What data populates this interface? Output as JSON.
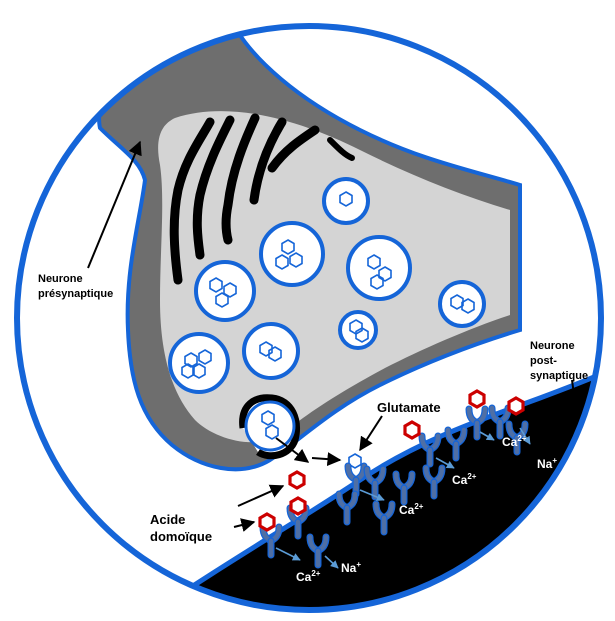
{
  "labels": {
    "presynaptic": [
      "Neurone",
      "présynaptique"
    ],
    "postsynaptic": [
      "Neurone",
      "post-",
      "synaptique"
    ],
    "glutamate": "Glutamate",
    "domoic_acid": [
      "Acide",
      "domoïque"
    ]
  },
  "ions": {
    "calcium": "Ca",
    "calcium_charge": "2+",
    "sodium": "Na",
    "sodium_charge": "+"
  },
  "colors": {
    "circle_border": "#1565d8",
    "neuron_dark": "#6e6e6e",
    "neuron_light": "#d4d4d4",
    "vesicle_outline": "#1565d8",
    "postsynaptic": "#000000",
    "receptor": "#4f6fa5",
    "receptor_outline": "#1565d8",
    "domoic_acid": "#cc0000",
    "ion_arrow": "#5b9bd5"
  }
}
